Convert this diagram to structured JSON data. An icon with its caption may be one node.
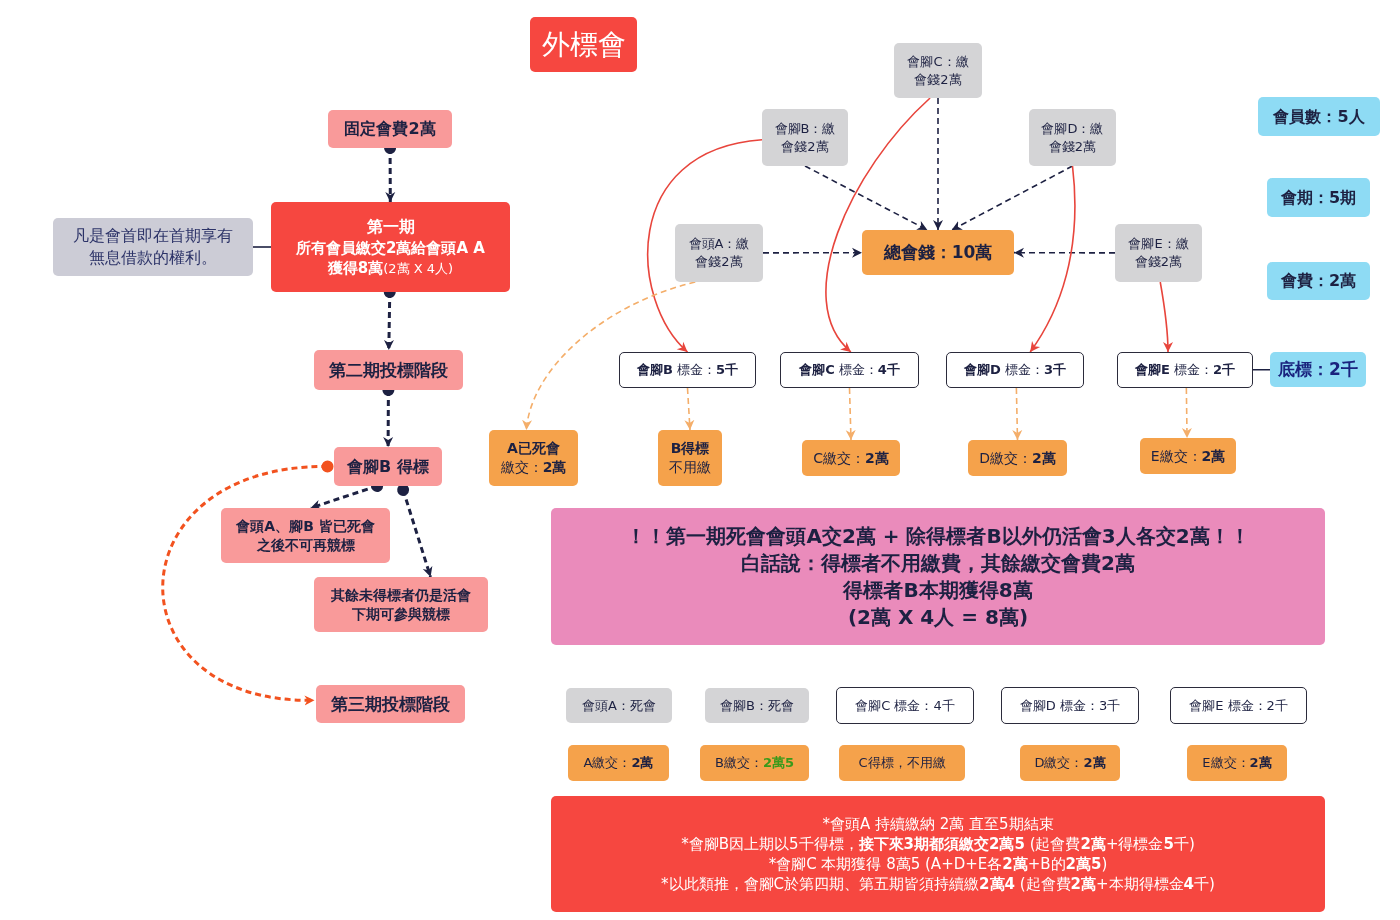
{
  "diagram": {
    "nodes": [
      {
        "text": [
          "外標會"
        ]
      },
      {
        "text": [
          "固定會費2萬"
        ]
      },
      {
        "text": [
          "凡是會首即在首期享有無息借款的權利。"
        ]
      },
      {
        "text": [
          "第一期",
          "所有會員繳交2萬給會頭A A獲得8萬**(2萬 X 4人)**"
        ]
      },
      {
        "text": [
          "第二期投標階段"
        ]
      },
      {
        "text": [
          "會腳B 得標"
        ]
      },
      {
        "text": [
          "會頭A、腳B 皆已死會之後不可再競標"
        ]
      },
      {
        "text": [
          "其餘未得標者仍是活會下期可參與競標"
        ]
      },
      {
        "text": [
          "第三期投標階段"
        ]
      },
      {
        "text": [
          "會腳C：繳會錢2萬"
        ]
      },
      {
        "text": [
          "會腳B：繳會錢2萬"
        ]
      },
      {
        "text": [
          "會腳D：繳會錢2萬"
        ]
      },
      {
        "text": [
          "會頭A：繳會錢2萬"
        ]
      },
      {
        "text": [
          "總會錢：10萬"
        ]
      },
      {
        "text": [
          "會腳E：繳會錢2萬"
        ]
      },
      {
        "text": [
          "會員數：5人"
        ]
      },
      {
        "text": [
          "會期：5期"
        ]
      },
      {
        "text": [
          "會費：2萬"
        ]
      },
      {
        "text": [
          "**會腳B** 標金：**5千**"
        ]
      },
      {
        "text": [
          "**會腳C** 標金：**4千**"
        ]
      },
      {
        "text": [
          "**會腳D** 標金：**3千**"
        ]
      },
      {
        "text": [
          "**會腳E** 標金：**2千**"
        ]
      },
      {
        "text": [
          "底標：2千"
        ]
      },
      {
        "text": [
          "**A已死會**繳交：**2萬**"
        ]
      },
      {
        "text": [
          "**B得標**不用繳"
        ]
      },
      {
        "text": [
          "C繳交：**2萬**"
        ]
      },
      {
        "text": [
          "D繳交：**2萬**"
        ]
      },
      {
        "text": [
          "E繳交：**2萬**"
        ]
      },
      {
        "text": [
          "！！第一期**死會會頭A交2萬** + 除得標者**B**以外仍**活會3人各交2萬！！**",
          "白話說：得標者不用繳費，其餘繳交會費2萬",
          "得標者B本期獲得8萬",
          "(2萬 X 4人 = 8萬)"
        ]
      },
      {
        "text": [
          "會頭A：死會"
        ]
      },
      {
        "text": [
          "會腳B：死會"
        ]
      },
      {
        "text": [
          "會腳C 標金：4千"
        ]
      },
      {
        "text": [
          "會腳D 標金：3千"
        ]
      },
      {
        "text": [
          "會腳E 標金：2千"
        ]
      },
      {
        "text": [
          "A繳交：**2萬**"
        ]
      },
      {
        "text": [
          "B繳交：**2萬5**"
        ]
      },
      {
        "text": [
          "C得標，不用繳"
        ]
      },
      {
        "text": [
          "D繳交：**2萬**"
        ]
      },
      {
        "text": [
          "E繳交：**2萬**"
        ]
      },
      {
        "text": [
          "*會頭A 持續繳納 2萬 直至5期結束",
          "*會腳B因上期以5千得標，**接下來3期都須繳交2萬5** (起會費**2萬**+得標金**5**千)",
          "*會腳C 本期獲得 8萬5 (A+D+E各**2萬**+B的**2萬5**)",
          "*以此類推，會腳C於第四期、第五期皆須持續繳**2萬4** (起會費**2萬**+本期得標金**4**千)"
        ]
      }
    ],
    "edges": [
      {
        "from": 1,
        "to": 3,
        "arrow": "to",
        "style": "dashed"
      },
      {
        "from": 3,
        "to": 4,
        "arrow": "to",
        "style": "dashed"
      },
      {
        "from": 4,
        "to": 5,
        "arrow": "to",
        "style": "dashed"
      },
      {
        "from": 5,
        "to": 6,
        "arrow": "to",
        "style": "dashed"
      },
      {
        "from": 5,
        "to": 7,
        "arrow": "to",
        "style": "dashed"
      },
      {
        "from": 5,
        "to": 8,
        "arrow": "to",
        "style": "dashed",
        "color": "#f2521f"
      },
      {
        "from": 2,
        "to": 3,
        "arrow": "none"
      },
      {
        "from": 12,
        "to": 13,
        "arrow": "to",
        "style": "dashed"
      },
      {
        "from": 10,
        "to": 13,
        "arrow": "to",
        "style": "dashed"
      },
      {
        "from": 9,
        "to": 13,
        "arrow": "to",
        "style": "dashed"
      },
      {
        "from": 11,
        "to": 13,
        "arrow": "to",
        "style": "dashed"
      },
      {
        "from": 14,
        "to": 13,
        "arrow": "to",
        "style": "dashed"
      },
      {
        "from": 10,
        "to": 18,
        "arrow": "to",
        "color": "#e8453c"
      },
      {
        "from": 9,
        "to": 19,
        "arrow": "to",
        "color": "#e8453c"
      },
      {
        "from": 11,
        "to": 20,
        "arrow": "to",
        "color": "#e8453c"
      },
      {
        "from": 14,
        "to": 21,
        "arrow": "to",
        "color": "#e8453c"
      },
      {
        "from": 21,
        "to": 22,
        "arrow": "none"
      },
      {
        "from": 12,
        "to": 23,
        "arrow": "to",
        "style": "dashed",
        "color": "#f4ae6a"
      },
      {
        "from": 18,
        "to": 24,
        "arrow": "to",
        "style": "dashed",
        "color": "#f4ae6a"
      },
      {
        "from": 19,
        "to": 25,
        "arrow": "to",
        "style": "dashed",
        "color": "#f4ae6a"
      },
      {
        "from": 20,
        "to": 26,
        "arrow": "to",
        "style": "dashed",
        "color": "#f4ae6a"
      },
      {
        "from": 21,
        "to": 27,
        "arrow": "to",
        "style": "dashed",
        "color": "#f4ae6a"
      }
    ]
  }
}
